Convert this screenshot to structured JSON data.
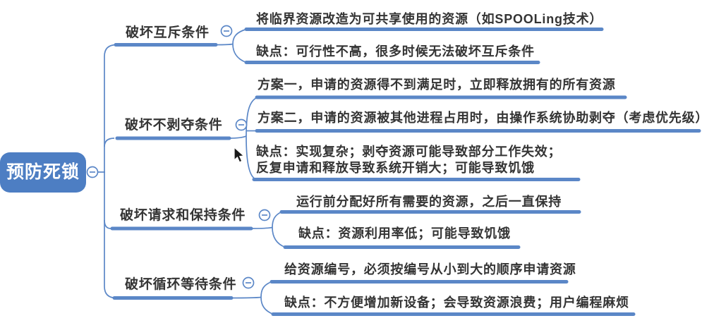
{
  "root": {
    "label": "预防死锁"
  },
  "branches": [
    {
      "label": "破坏互斥条件",
      "children": [
        {
          "text": "将临界资源改造为可共享使用的资源（如SPOOLing技术）"
        },
        {
          "text": "缺点：可行性不高，很多时候无法破坏互斥条件"
        }
      ]
    },
    {
      "label": "破坏不剥夺条件",
      "children": [
        {
          "text": "方案一，申请的资源得不到满足时，立即释放拥有的所有资源"
        },
        {
          "text": "方案二，申请的资源被其他进程占用时，由操作系统协助剥夺（考虑优先级）"
        },
        {
          "text": "缺点：实现复杂；剥夺资源可能导致部分工作失效；\n反复申请和释放导致系统开销大；可能导致饥饿"
        }
      ]
    },
    {
      "label": "破坏请求和保持条件",
      "children": [
        {
          "text": "运行前分配好所有需要的资源，之后一直保持"
        },
        {
          "text": "缺点：资源利用率低；可能导致饥饿"
        }
      ]
    },
    {
      "label": "破坏循环等待条件",
      "children": [
        {
          "text": "给资源编号，必须按编号从小到大的顺序申请资源"
        },
        {
          "text": "缺点：不方便增加新设备；会导致资源浪费；用户编程麻烦"
        }
      ]
    }
  ],
  "icons": {
    "collapse_button": "minus-circle",
    "cursor": "arrow-pointer"
  },
  "colors": {
    "accent_blue": "#5b87c7",
    "root_fill": "#4d7ec3",
    "text": "#343434",
    "background": "#ffffff"
  }
}
